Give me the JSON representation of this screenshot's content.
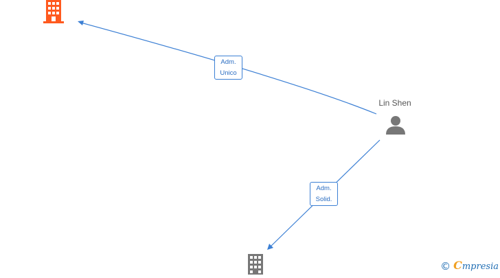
{
  "colors": {
    "edge": "#3b7fd4",
    "company_highlight": "#ff5a1f",
    "company_default": "#777777",
    "person": "#777777",
    "brand": "#1f6db3",
    "brand_accent": "#f0a023"
  },
  "nodes": {
    "person": {
      "name": "Lin Shen",
      "icon": "person-icon"
    },
    "company_top": {
      "icon": "building-icon",
      "highlighted": true
    },
    "company_bottom": {
      "icon": "building-icon",
      "highlighted": false
    }
  },
  "edges": [
    {
      "from": "person",
      "to": "company_top",
      "label_line1": "Adm.",
      "label_line2": "Unico"
    },
    {
      "from": "person",
      "to": "company_bottom",
      "label_line1": "Adm.",
      "label_line2": "Solid."
    }
  ],
  "footer": {
    "copyright_symbol": "©",
    "brand_first_letter": "C",
    "brand_rest": "mpresia"
  }
}
